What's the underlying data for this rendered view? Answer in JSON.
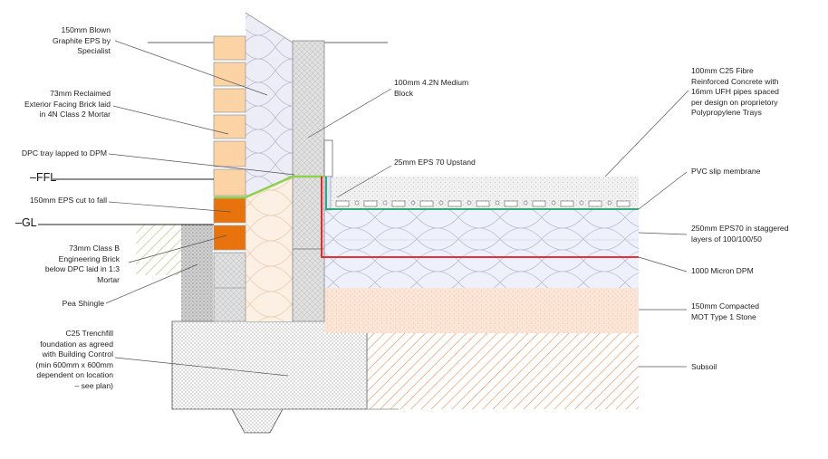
{
  "levels": {
    "ffl": "FFL",
    "gl": "GL"
  },
  "labels_left": {
    "blown_eps": "150mm Blown\nGraphite EPS by\nSpecialist",
    "facing_brick": "73mm Reclaimed\nExterior Facing Brick laid\nin 4N Class 2 Mortar",
    "dpc_tray": "DPC tray lapped to DPM",
    "eps_cut": "150mm EPS cut to fall",
    "engineering_brick": "73mm Class B\nEngineering Brick\nbelow DPC laid in 1:3\nMortar",
    "pea_shingle": "Pea Shingle",
    "trenchfill": "C25 Trenchfill\nfoundation as agreed\nwith Building Control\n(min 600mm x 600mm\ndependent on location\n– see plan)"
  },
  "labels_mid": {
    "medium_block": "100mm 4.2N Medium\nBlock",
    "upstand": "25mm EPS 70 Upstand"
  },
  "labels_right": {
    "screed": "100mm C25 Fibre\nReinforced Concrete with\n16mm UFH pipes spaced\nper design on proprietory\nPolypropylene Trays",
    "slip_membrane": "PVC slip membrane",
    "floor_eps": "250mm EPS70 in staggered\nlayers of 100/100/50",
    "dpm": "1000 Micron DPM",
    "hardcore": "150mm Compacted\nMOT Type 1 Stone",
    "subsoil": "Subsoil"
  },
  "colors": {
    "facing_brick": "#fbd3a4",
    "engineering_brick": "#e8720c",
    "dpm_red": "#e8141b",
    "slip_green": "#1aa566",
    "dpc_lime": "#92d050",
    "hatch": "#e0905a",
    "ground_hatch": "#b7c77a"
  }
}
